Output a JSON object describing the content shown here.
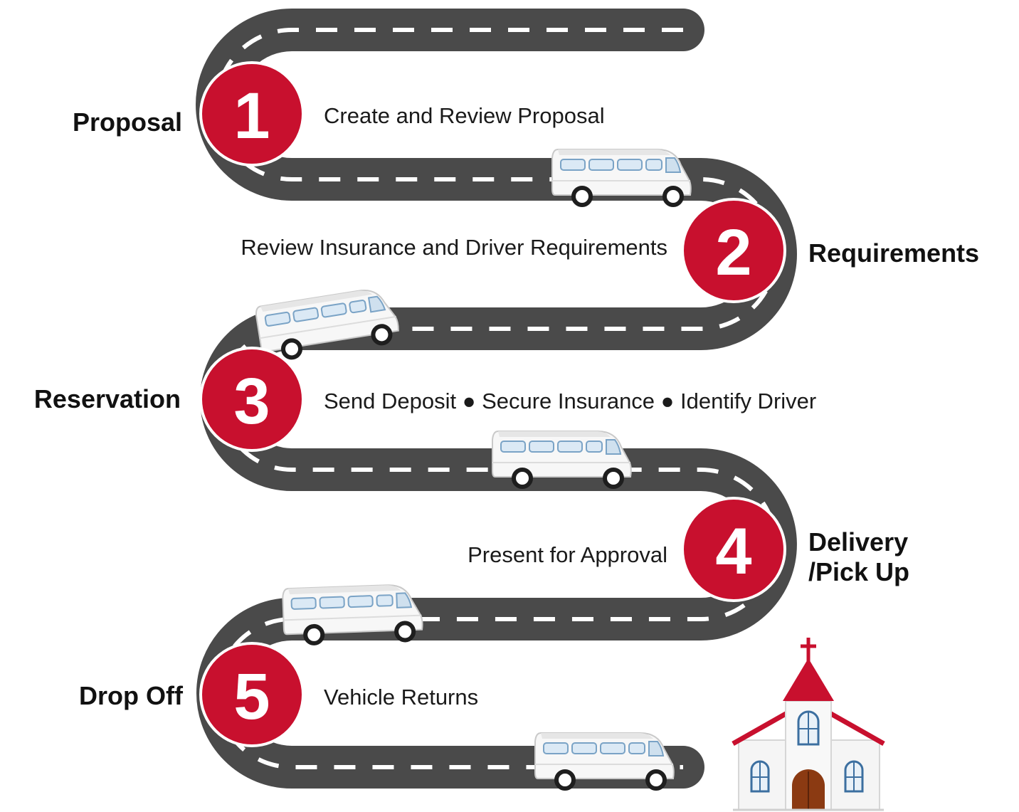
{
  "colors": {
    "road": "#4a4a4a",
    "road_dash": "#ffffff",
    "badge": "#c8102e",
    "badge_border": "#ffffff",
    "church_roof": "#c8102e",
    "church_window": "#3c6fa0"
  },
  "steps": [
    {
      "number": "1",
      "label": "Proposal",
      "description": "Create and Review Proposal"
    },
    {
      "number": "2",
      "label": "Requirements",
      "description": "Review Insurance and Driver Requirements"
    },
    {
      "number": "3",
      "label": "Reservation",
      "description": "Send Deposit ● Secure Insurance ● Identify Driver"
    },
    {
      "number": "4",
      "label_lines": [
        "Delivery",
        "/Pick Up"
      ],
      "description": "Present for Approval"
    },
    {
      "number": "5",
      "label": "Drop Off",
      "description": "Vehicle Returns"
    }
  ],
  "icons": {
    "vehicle": "van-icon",
    "destination": "church-icon"
  }
}
